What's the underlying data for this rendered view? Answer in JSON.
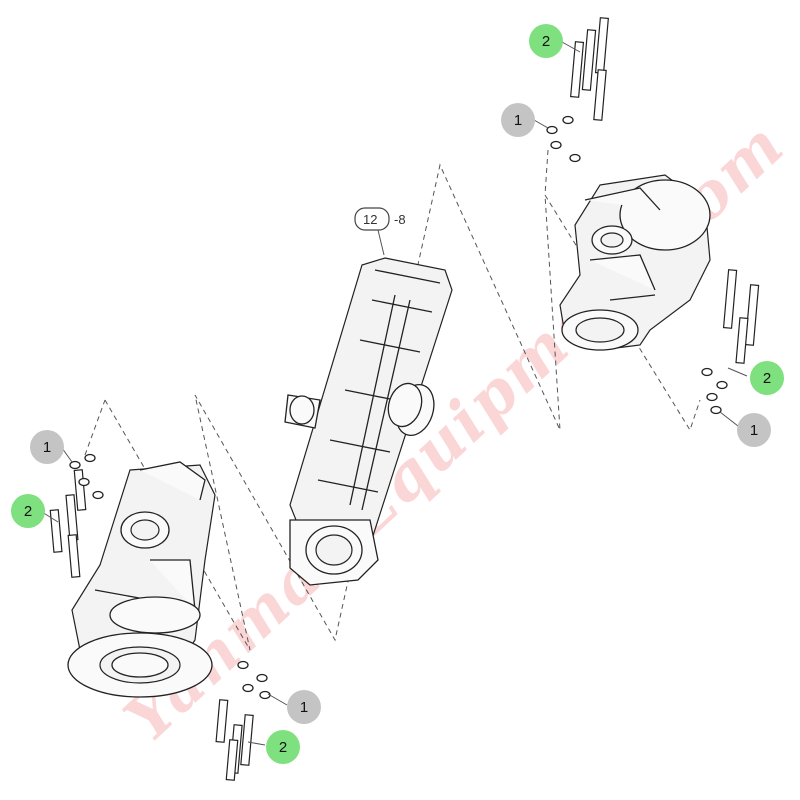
{
  "diagram": {
    "assembly_ref": {
      "number": "12",
      "suffix": "-8"
    },
    "watermark": "Yanmar Equipment.com",
    "colors": {
      "callout_grey": "#c4c4c4",
      "callout_green": "#7ee07e",
      "watermark": "#f08a8a"
    },
    "callouts": [
      {
        "label": "2",
        "kind": "green"
      },
      {
        "label": "1",
        "kind": "grey"
      },
      {
        "label": "2",
        "kind": "green"
      },
      {
        "label": "1",
        "kind": "grey"
      },
      {
        "label": "1",
        "kind": "grey"
      },
      {
        "label": "2",
        "kind": "green"
      },
      {
        "label": "1",
        "kind": "grey"
      },
      {
        "label": "2",
        "kind": "green"
      }
    ]
  }
}
